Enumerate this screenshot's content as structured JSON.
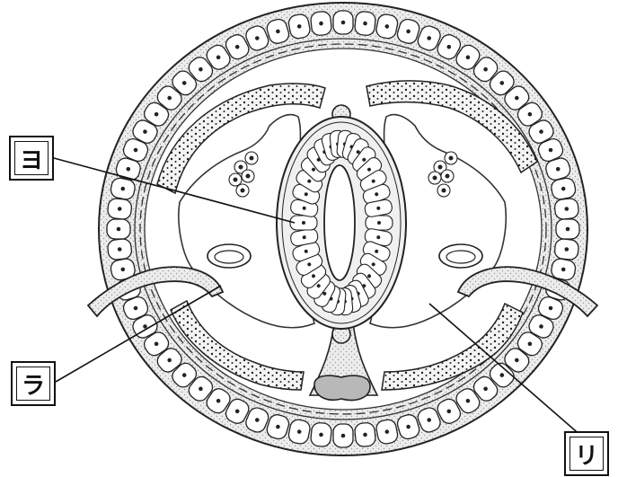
{
  "labels": {
    "yo": "ヨ",
    "ra": "ラ",
    "ri": "リ"
  },
  "colors": {
    "stroke": "#222222",
    "tissue_fill": "#e6e6e6",
    "cell_fill": "#ffffff",
    "notochord_fill": "#bdbdbd",
    "background": "#ffffff"
  }
}
